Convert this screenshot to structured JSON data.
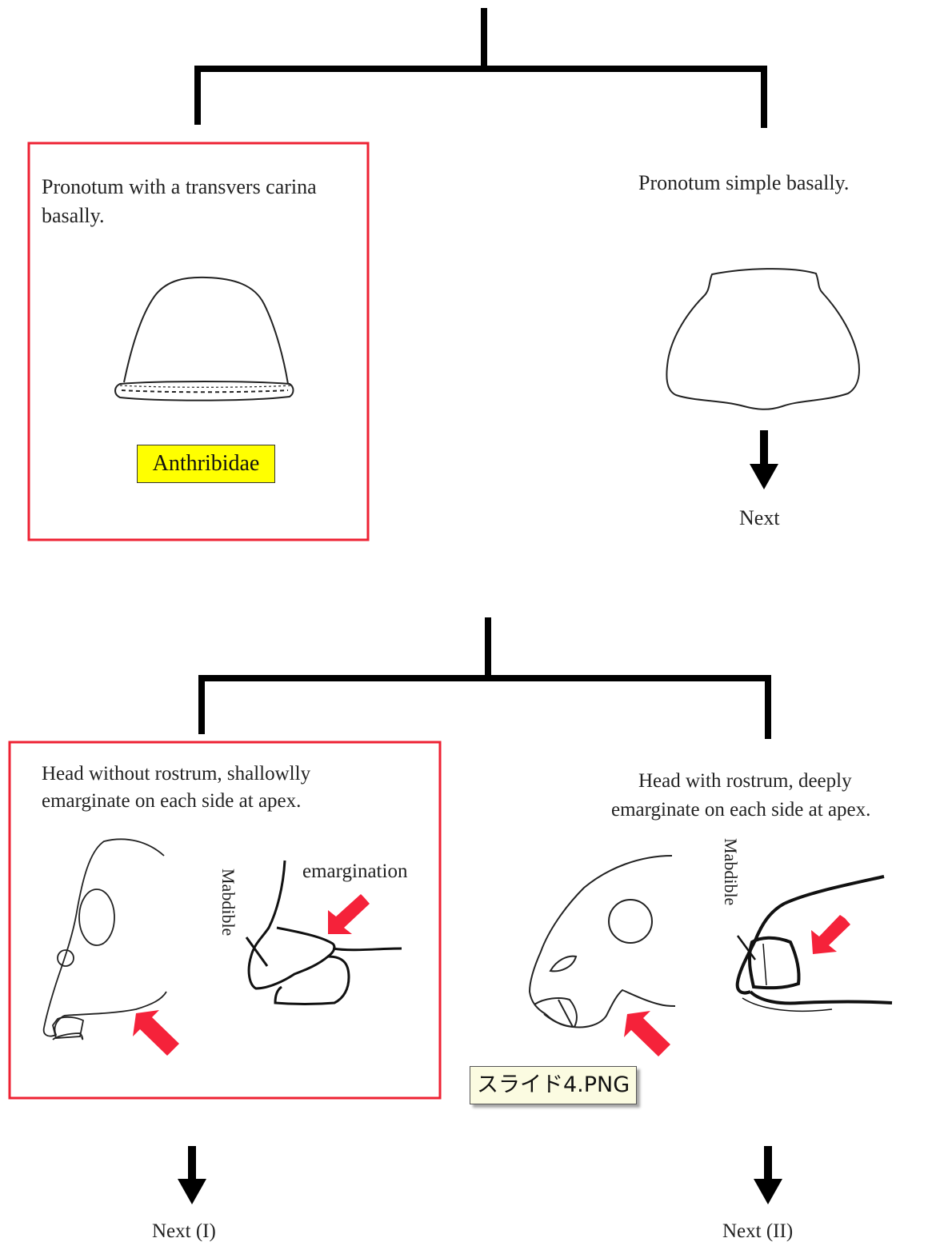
{
  "couplet1": {
    "left": {
      "text_line1": "Pronotum with a transvers carina",
      "text_line2": "basally.",
      "result": "Anthribidae"
    },
    "right": {
      "text": "Pronotum simple basally.",
      "next": "Next"
    }
  },
  "couplet2": {
    "left": {
      "text_line1": "Head without rostrum, shallowlly",
      "text_line2": "emarginate on each side at apex.",
      "label_mandible": "Mabdible",
      "label_emargination": "emargination",
      "next": "Next (I)"
    },
    "right": {
      "text_line1": "Head with rostrum, deeply",
      "text_line2": "emarginate on each side at apex.",
      "label_mandible": "Mabdible",
      "next": "Next (II)"
    }
  },
  "tooltip": "スライド4.PNG",
  "colors": {
    "highlight_border": "#ee2233",
    "arrow_red": "#f5223a",
    "result_fill": "#ffff00",
    "line": "#000000"
  }
}
